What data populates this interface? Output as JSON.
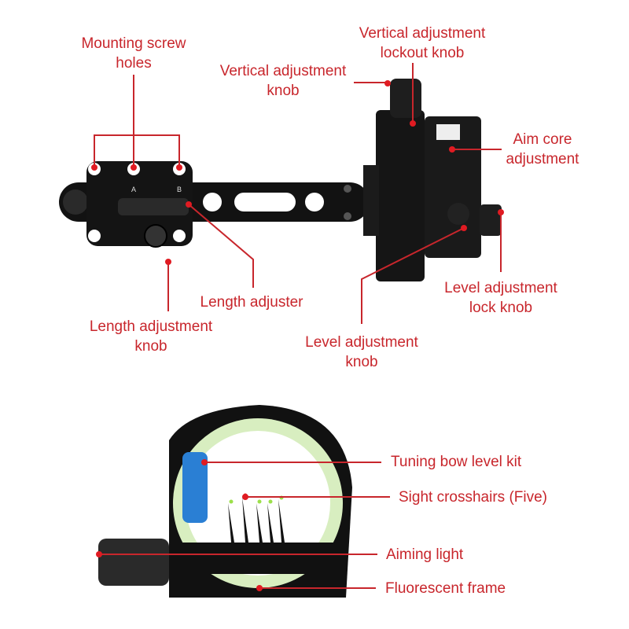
{
  "colors": {
    "label": "#c8262c",
    "callout_line": "#c8262c",
    "product": "#111111",
    "fluorescent": "#d8eec0",
    "bubble": "#2a7fd4"
  },
  "top_view": {
    "mounting_screw_holes": {
      "line1": "Mounting screw",
      "line2": "holes",
      "hole_marks": [
        "A",
        "B"
      ]
    },
    "vertical_adjustment_knob": {
      "line1": "Vertical adjustment",
      "line2": "knob"
    },
    "vertical_adjustment_lockout_knob": {
      "line1": "Vertical adjustment",
      "line2": "lockout knob"
    },
    "aim_core_adjustment": {
      "line1": "Aim core",
      "line2": "adjustment"
    },
    "length_adjuster": {
      "line1": "Length adjuster"
    },
    "length_adjustment_knob": {
      "line1": "Length adjustment",
      "line2": "knob"
    },
    "level_adjustment_knob": {
      "line1": "Level adjustment",
      "line2": "knob"
    },
    "level_adjustment_lock_knob": {
      "line1": "Level adjustment",
      "line2": "lock knob"
    }
  },
  "bottom_view": {
    "tuning_bow_level_kit": "Tuning bow level kit",
    "sight_crosshairs": "Sight crosshairs (Five)",
    "aiming_light": "Aiming light",
    "fluorescent_frame": "Fluorescent frame"
  }
}
